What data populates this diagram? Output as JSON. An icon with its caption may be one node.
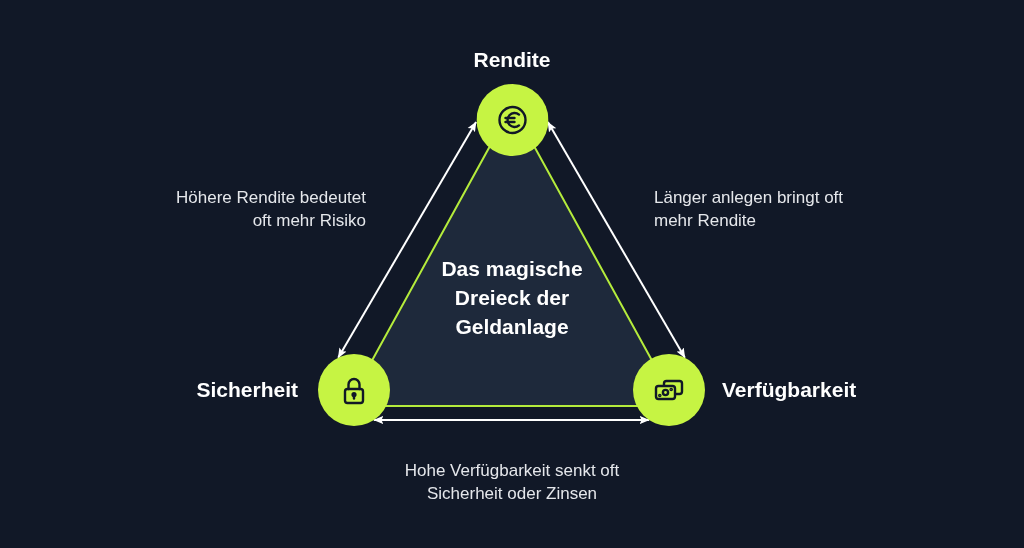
{
  "diagram": {
    "nodes": [
      {
        "text": [
          "Rendite"
        ]
      },
      {
        "text": [
          "Sicherheit"
        ]
      },
      {
        "text": [
          "Verfügbarkeit"
        ]
      },
      {
        "text": [
          "Das magische Dreieck der Geldanlage"
        ]
      }
    ],
    "edges": [
      {
        "from": 0,
        "to": 1,
        "arrow": "both",
        "label": "Höhere Rendite bedeutet oft mehr Risiko"
      },
      {
        "from": 0,
        "to": 2,
        "arrow": "both",
        "label": "Länger anlegen bringt oft mehr Rendite"
      },
      {
        "from": 1,
        "to": 2,
        "arrow": "both",
        "label": "Hohe Verfügbarkeit senkt oft Sicherheit oder Zinsen"
      }
    ]
  }
}
